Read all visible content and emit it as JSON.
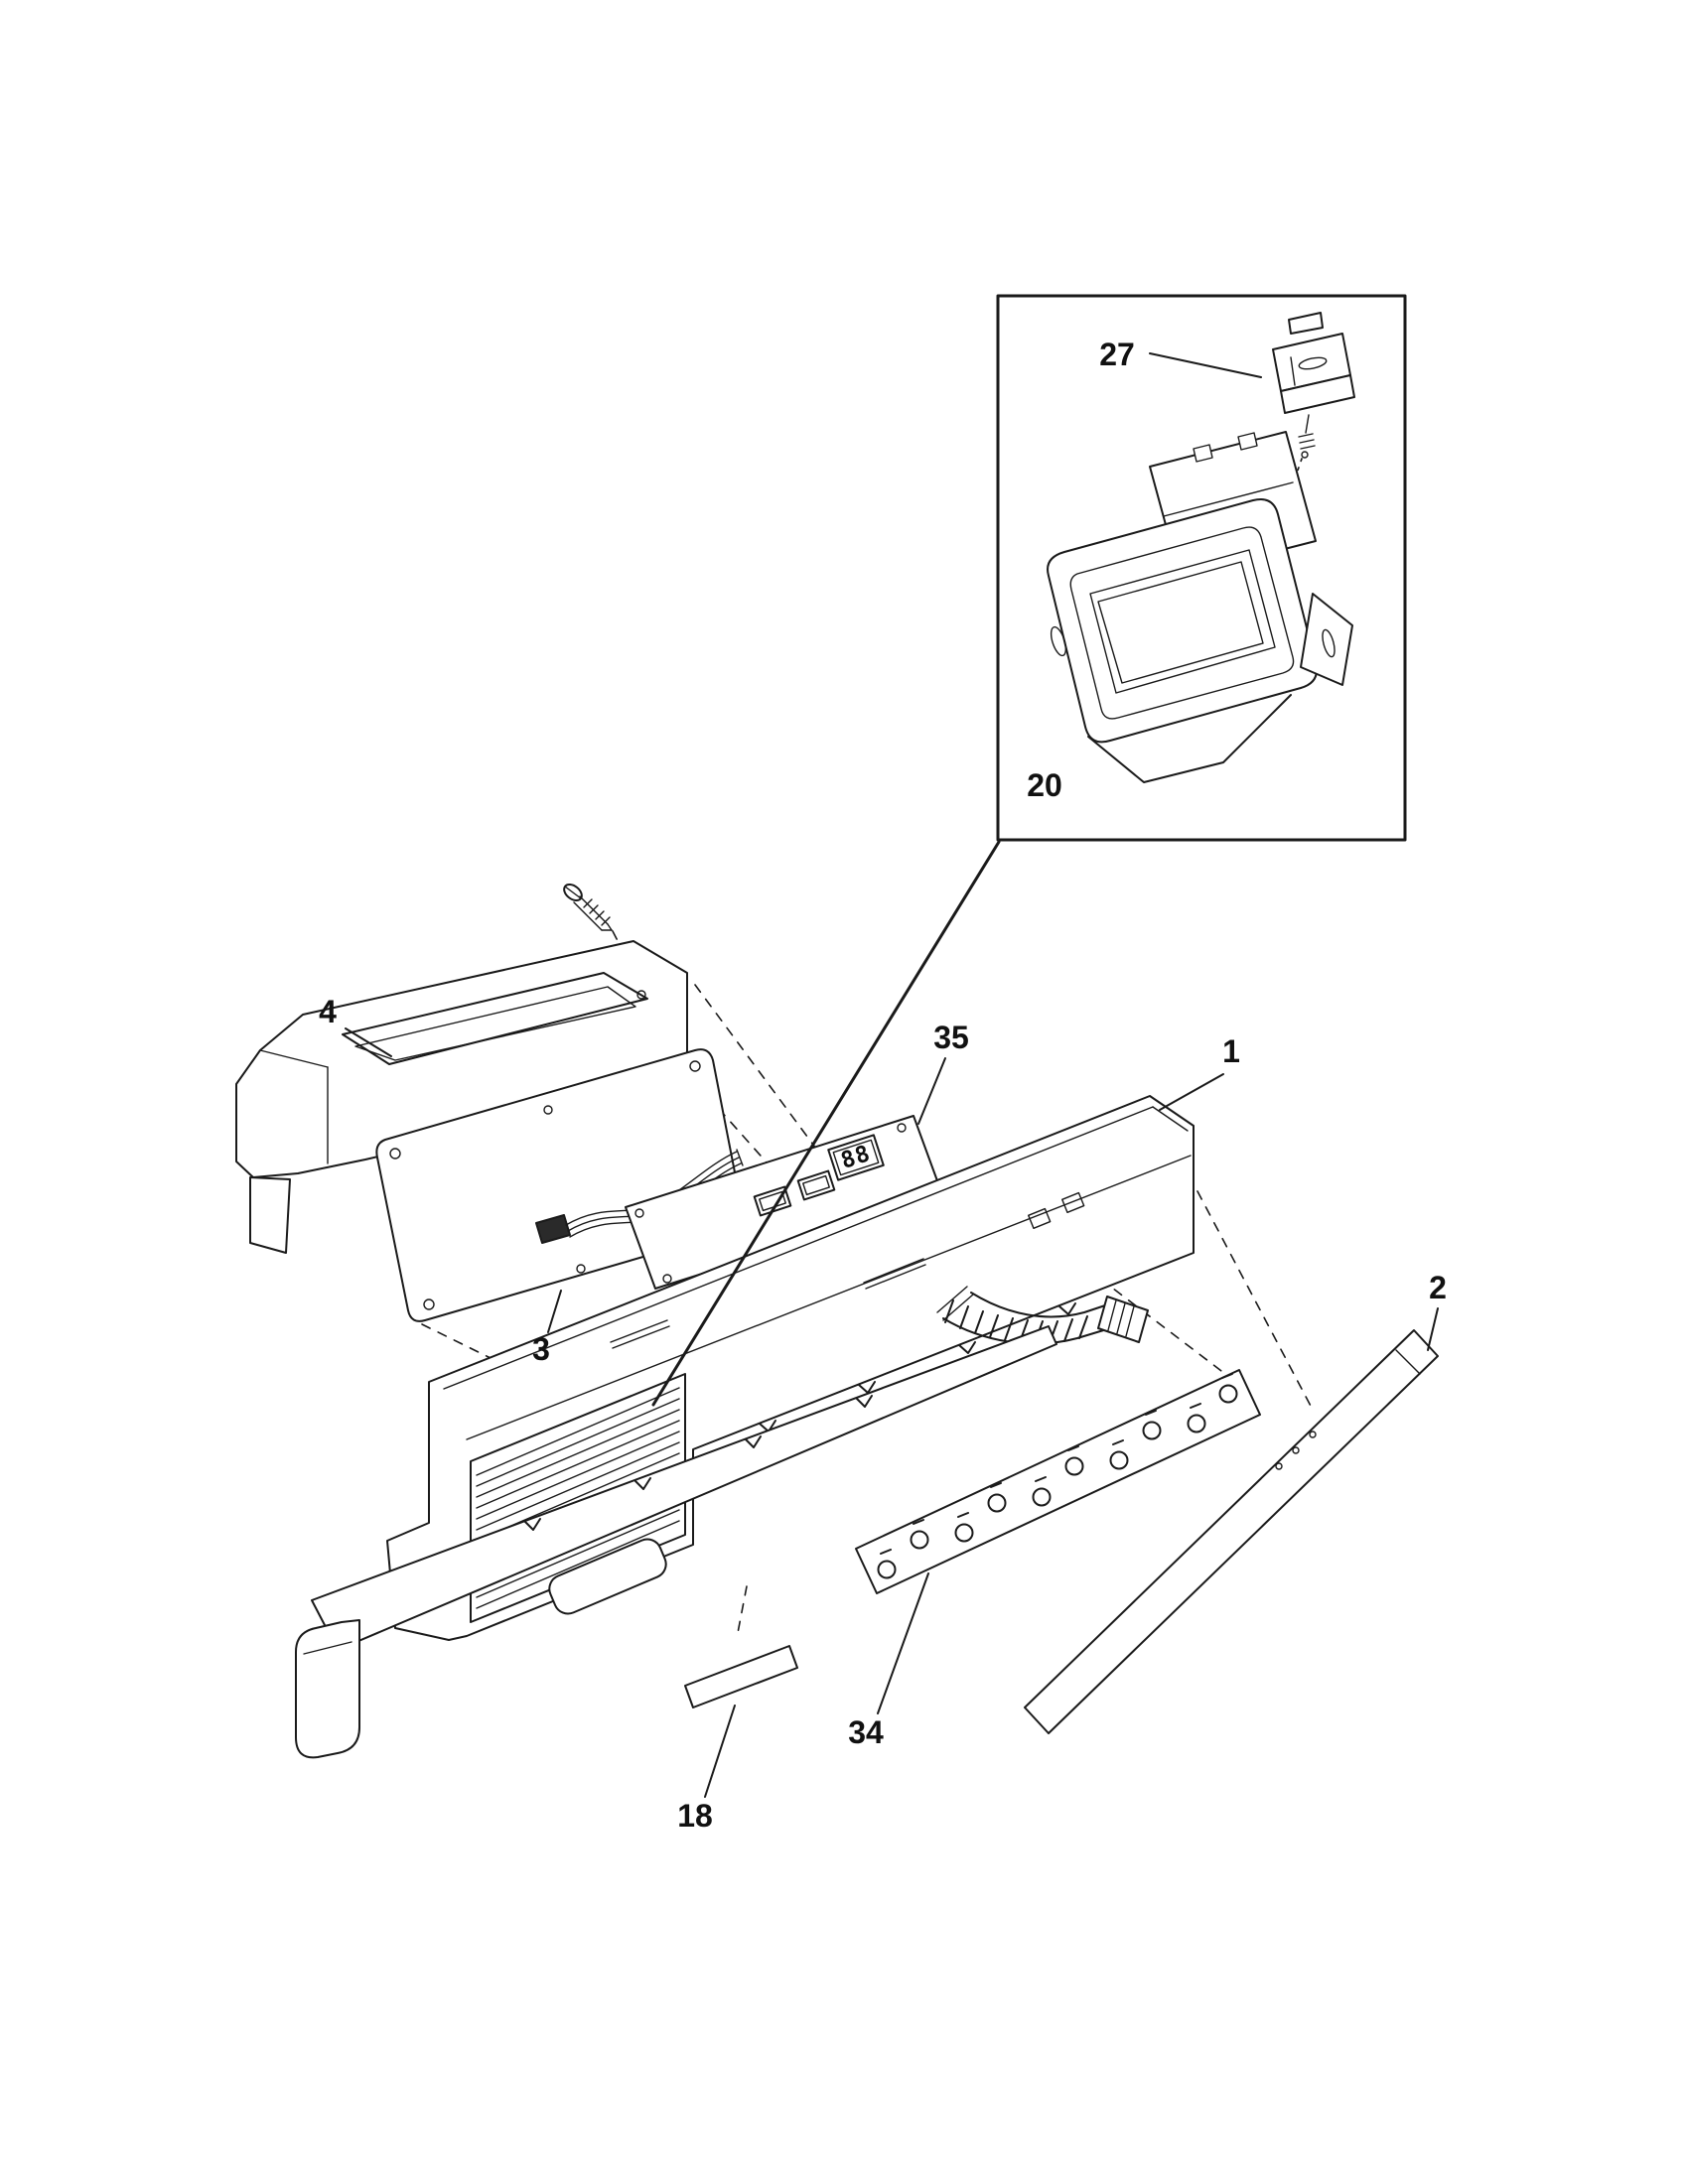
{
  "meta": {
    "background_color": "#ffffff",
    "line_color": "#1a1a1a"
  },
  "diagram": {
    "callouts": {
      "part27": "27",
      "part20": "20",
      "part4": "4",
      "part35": "35",
      "part1": "1",
      "part3": "3",
      "part2": "2",
      "part34": "34",
      "part18": "18"
    },
    "display_readout": "88"
  }
}
